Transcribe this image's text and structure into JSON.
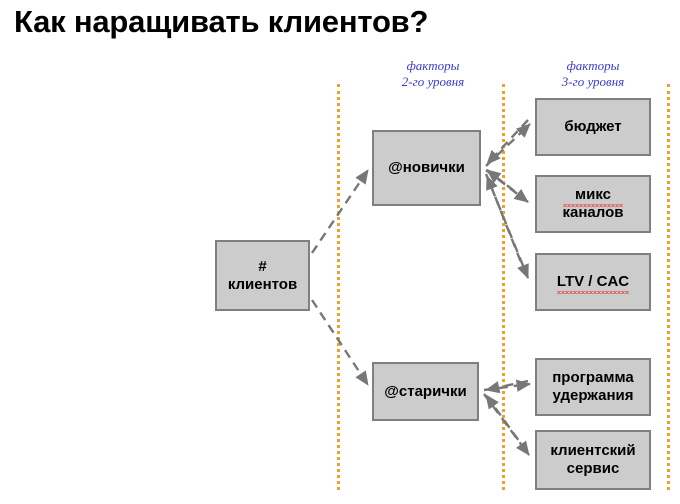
{
  "slide": {
    "title": "Как наращивать клиентов?",
    "background_color": "#ffffff"
  },
  "column_headers": [
    {
      "name": "level-2",
      "line1": "факторы",
      "line2": "2-го уровня",
      "color": "#3a3ad0"
    },
    {
      "name": "level-3",
      "line1": "факторы",
      "line2": "3-го уровня",
      "color": "#3a3ad0"
    }
  ],
  "dividers": {
    "color": "#eda128",
    "style": "dotted",
    "count": 3
  },
  "diagram": {
    "node_fill": "#cccccc",
    "node_border": "#7f7f7f",
    "edge_color": "#777777",
    "edge_style": "dashed",
    "root": {
      "line1": "#",
      "line2": "клиентов"
    },
    "level2": [
      {
        "label": "@новички"
      },
      {
        "label": "@старички"
      }
    ],
    "level3": [
      {
        "line1": "бюджет",
        "line2": "",
        "misspelled": ""
      },
      {
        "line1": "микс",
        "line2": "каналов",
        "misspelled": "микс"
      },
      {
        "line1": "LTV / CAC",
        "line2": "",
        "misspelled": "LTV / CAC"
      },
      {
        "line1": "программа",
        "line2": "удержания",
        "misspelled": ""
      },
      {
        "line1": "клиентский",
        "line2": "сервис",
        "misspelled": ""
      }
    ]
  }
}
